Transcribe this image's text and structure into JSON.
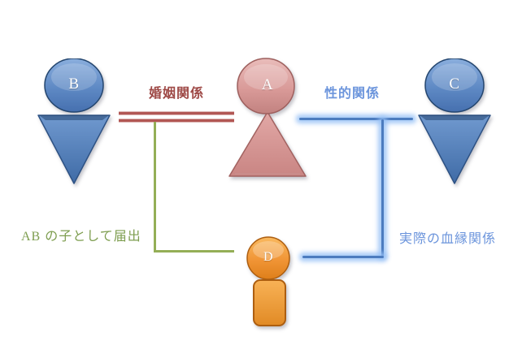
{
  "figures": {
    "a": {
      "label": "A",
      "color": "#D69694"
    },
    "b": {
      "label": "B",
      "color": "#5580BE"
    },
    "c": {
      "label": "C",
      "color": "#5580BE"
    },
    "d": {
      "label": "D",
      "color": "#F09437"
    }
  },
  "relations": {
    "marriage": {
      "label": "婚姻関係",
      "text_color": "#9E4946",
      "line_color": "#B25754",
      "style": "double-line"
    },
    "sexual": {
      "label": "性的関係",
      "text_color": "#6C95DC",
      "line_color": "#4C7CBF",
      "style": "glow-line"
    },
    "registered_child": {
      "label": "AB の子として届出",
      "text_color": "#7E9E50",
      "line_color": "#94AE56",
      "style": "elbow-line"
    },
    "blood": {
      "label": "実際の血縁関係",
      "text_color": "#6C95DC",
      "line_color": "#4C7CBF",
      "style": "glow-elbow"
    }
  },
  "background": "#FFFFFF"
}
